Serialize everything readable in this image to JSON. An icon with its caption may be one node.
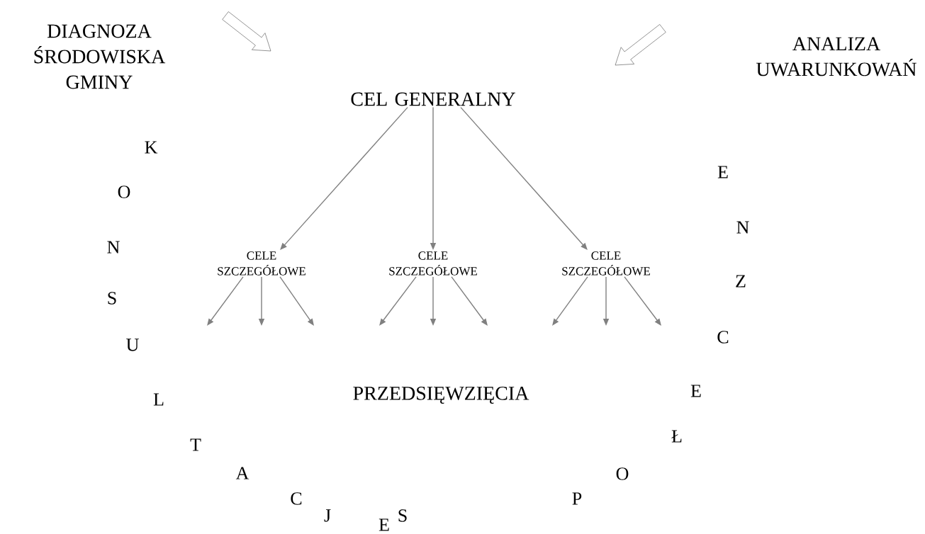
{
  "diagram": {
    "nodes": [
      {
        "text": [
          "DIAGNOZA ŚRODOWISKA GMINY"
        ]
      },
      {
        "text": [
          "ANALIZA UWARUNKOWAŃ"
        ]
      },
      {
        "text": [
          "CEL GENERALNY"
        ]
      },
      {
        "text": [
          "CELE SZCZEGÓŁOWE"
        ]
      },
      {
        "text": [
          "CELE SZCZEGÓŁOWE"
        ]
      },
      {
        "text": [
          "CELE SZCZEGÓŁOWE"
        ]
      },
      {
        "text": [
          "PRZEDSIĘWZIĘCIA"
        ]
      }
    ],
    "edges": [
      {
        "from": 2,
        "to": 3,
        "arrow": "to"
      },
      {
        "from": 2,
        "to": 4,
        "arrow": "to"
      },
      {
        "from": 2,
        "to": 5,
        "arrow": "to"
      },
      {
        "from": 3,
        "to": null,
        "arrow": "to"
      },
      {
        "from": 3,
        "to": null,
        "arrow": "to"
      },
      {
        "from": 3,
        "to": null,
        "arrow": "to"
      },
      {
        "from": 4,
        "to": null,
        "arrow": "to"
      },
      {
        "from": 4,
        "to": null,
        "arrow": "to"
      },
      {
        "from": 4,
        "to": null,
        "arrow": "to"
      },
      {
        "from": 5,
        "to": null,
        "arrow": "to"
      },
      {
        "from": 5,
        "to": null,
        "arrow": "to"
      },
      {
        "from": 5,
        "to": null,
        "arrow": "to"
      }
    ],
    "labels": [
      "K",
      "O",
      "N",
      "S",
      "U",
      "L",
      "T",
      "A",
      "C",
      "J",
      "E",
      "S",
      "P",
      "O",
      "Ł",
      "E",
      "C",
      "Z",
      "N",
      "E"
    ]
  }
}
